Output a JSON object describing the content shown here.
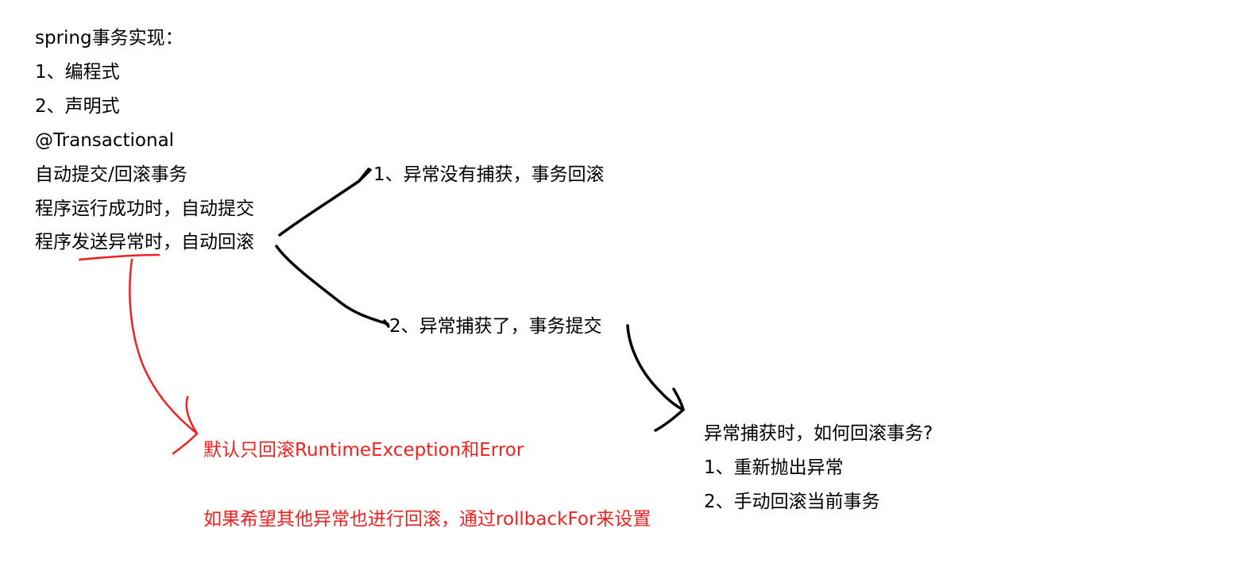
{
  "notes": {
    "title": "spring事务实现：",
    "item1": "1、编程式",
    "item2": "2、声明式",
    "annotation": "@Transactional",
    "auto_tx": "自动提交/回滚事务",
    "success_line": "程序运行成功时，自动提交",
    "exception_line": "程序发送异常时，自动回滚"
  },
  "branches": {
    "uncaught": "1、异常没有捕获，事务回滚",
    "caught": "2、异常捕获了，事务提交"
  },
  "rollback_question": {
    "title": "异常捕获时，如何回滚事务?",
    "option1": "1、重新抛出异常",
    "option2": "2、手动回滚当前事务"
  },
  "red_notes": {
    "default_rollback": "默认只回滚RuntimeException和Error",
    "rollback_for": "如果希望其他异常也进行回滚，通过rollbackFor来设置"
  },
  "colors": {
    "ink": "#000000",
    "red_ink": "#ee2222",
    "background": "#ffffff"
  }
}
